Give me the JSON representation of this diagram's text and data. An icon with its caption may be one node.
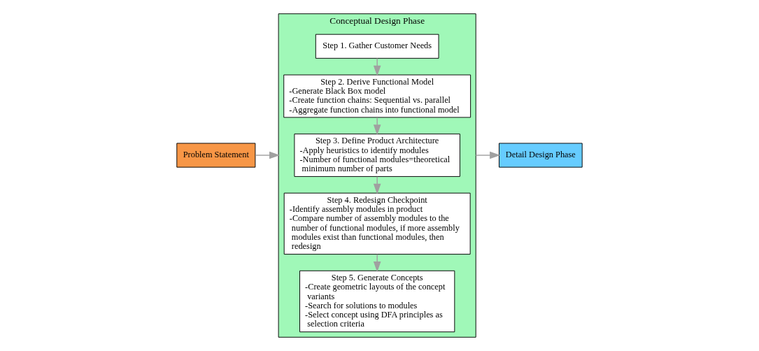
{
  "diagram": {
    "nodes": [
      {
        "text": [
          "Problem Statement"
        ]
      },
      {
        "text": [
          "Conceptual Design Phase"
        ]
      },
      {
        "text": [
          "Step 1. Gather Customer Needs"
        ],
        "in": 1
      },
      {
        "text": [
          "Step 2. Derive Functional Model",
          "-Generate Black Box model",
          "-Create function chains: Sequential vs. parallel",
          "-Aggregate function chains into functional model"
        ],
        "in": 1
      },
      {
        "text": [
          "Step 3. Define Product Architecture",
          "-Apply heuristics to identify modules",
          "-Number of functional modules=theoretical minimum number of parts"
        ],
        "in": 1
      },
      {
        "text": [
          "Step 4. Redesign Checkpoint",
          "-Identify assembly modules in product",
          "-Compare number of assembly modules to the number of functional modules, if more assembly modules exist than functional modules, then redesign"
        ],
        "in": 1
      },
      {
        "text": [
          "Step 5. Generate Concepts",
          "-Create geometric layouts of the concept variants",
          "-Search for solutions to modules",
          "-Select concept using DFA principles as selection criteria"
        ],
        "in": 1
      },
      {
        "text": [
          "Detail Design Phase"
        ]
      }
    ],
    "edges": [
      {
        "from": 0,
        "to": 1,
        "arrow": "to"
      },
      {
        "from": 2,
        "to": 3,
        "arrow": "to"
      },
      {
        "from": 3,
        "to": 4,
        "arrow": "to"
      },
      {
        "from": 4,
        "to": 5,
        "arrow": "to"
      },
      {
        "from": 5,
        "to": 6,
        "arrow": "to"
      },
      {
        "from": 1,
        "to": 7,
        "arrow": "to"
      }
    ]
  }
}
